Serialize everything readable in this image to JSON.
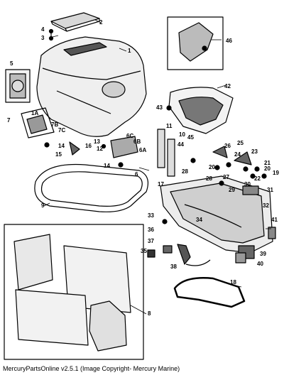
{
  "footer": {
    "text": "MercuryPartsOnline v2.5.1 (Image Copyright- Mercury Marine)"
  },
  "callouts": [
    "1",
    "2",
    "3",
    "4",
    "5",
    "6",
    "6A",
    "6B",
    "6C",
    "7",
    "7B",
    "7C",
    "1A",
    "8",
    "9",
    "10",
    "11",
    "12",
    "13",
    "14",
    "14",
    "15",
    "16",
    "17",
    "18",
    "19",
    "20",
    "20",
    "21",
    "22",
    "23",
    "24",
    "25",
    "26",
    "27",
    "28",
    "28",
    "29",
    "30",
    "31",
    "32",
    "33",
    "34",
    "35",
    "36",
    "37",
    "38",
    "39",
    "40",
    "41",
    "42",
    "43",
    "44",
    "45",
    "46"
  ]
}
